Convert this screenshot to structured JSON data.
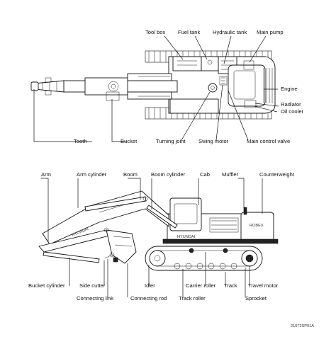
{
  "top_view": {
    "labels": {
      "tool_box": "Tool box",
      "fuel_tank": "Fuel tank",
      "hydraulic_tank": "Hydraulic tank",
      "main_pump": "Main pump",
      "engine": "Engine",
      "radiator": "Radiator",
      "oil_cooler": "Oil cooler",
      "tooth": "Tooth",
      "bucket": "Bucket",
      "turning_joint": "Turning joint",
      "swing_motor": "Swing motor",
      "main_control_valve": "Main control valve"
    }
  },
  "side_view": {
    "labels": {
      "arm": "Arm",
      "arm_cylinder": "Arm cylinder",
      "boom": "Boom",
      "boom_cylinder": "Boom cylinder",
      "cab": "Cab",
      "muffler": "Muffler",
      "counterweight": "Counterweight",
      "bucket_cylinder": "Bucket cylinder",
      "side_cutter": "Side cutter",
      "connecting_link": "Connecting link",
      "connecting_rod": "Connecting rod",
      "idler": "Idler",
      "track_roller": "Track roller",
      "carrier_roller": "Carrier roller",
      "track": "Track",
      "sprocket": "Sprocket",
      "travel_motor": "Travel motor"
    },
    "arm_lettering": "HYUNDAI",
    "body_lettering": "HYUNDAI",
    "model_lettering": "ROBEX"
  },
  "figure_code": "21072SP01A"
}
